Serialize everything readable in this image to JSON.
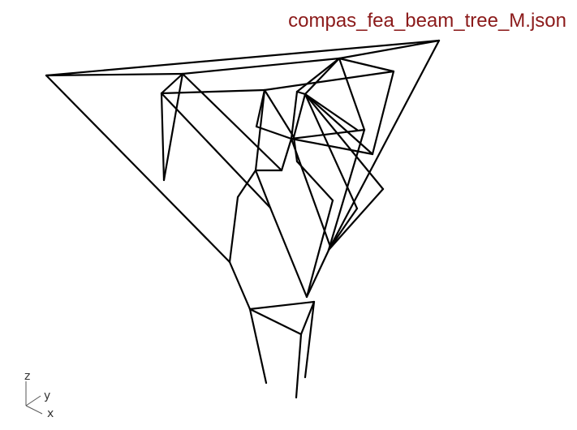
{
  "viewport": {
    "title": "compas_fea_beam_tree_M.json",
    "title_color": "#8b1a1a",
    "line_color": "#000000",
    "background": "#ffffff"
  },
  "axis_gizmo": {
    "z_label": "z",
    "y_label": "y",
    "x_label": "x"
  }
}
